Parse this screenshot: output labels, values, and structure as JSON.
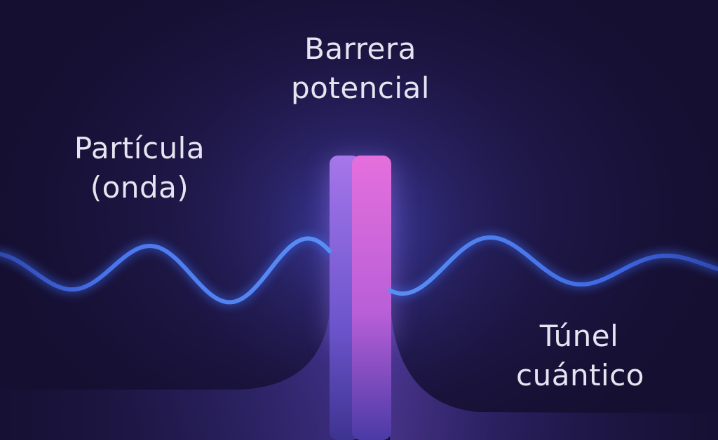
{
  "labels": {
    "barrier": [
      "Barrera",
      "potencial"
    ],
    "particle": [
      "Partícula",
      "(onda)"
    ],
    "tunnel": [
      "Túnel",
      "cuántico"
    ]
  },
  "colors": {
    "background": "#19123a",
    "wave": "#4f86f0",
    "wave_glow": "#3a6cf0",
    "barrier_back": "#9a6ee8",
    "barrier_front": "#e06ad6",
    "text": "#e6e4f0"
  }
}
